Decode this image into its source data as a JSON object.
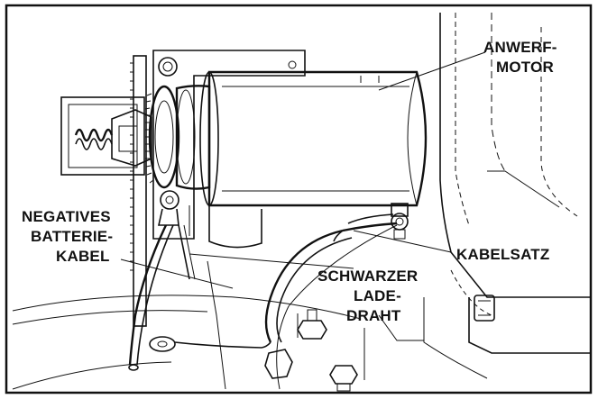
{
  "labels": {
    "starter_motor": {
      "line1": "ANWERF-",
      "line2": "MOTOR"
    },
    "negative_battery_cable": {
      "line1": "NEGATIVES",
      "line2": "BATTERIE-",
      "line3": "KABEL"
    },
    "wiring_harness": {
      "line1": "KABELSATZ"
    },
    "black_charge_wire": {
      "line1": "SCHWARZER",
      "line2": "LADE-",
      "line3": "DRAHT"
    }
  },
  "colors": {
    "ink": "#111111",
    "paper": "#ffffff"
  }
}
